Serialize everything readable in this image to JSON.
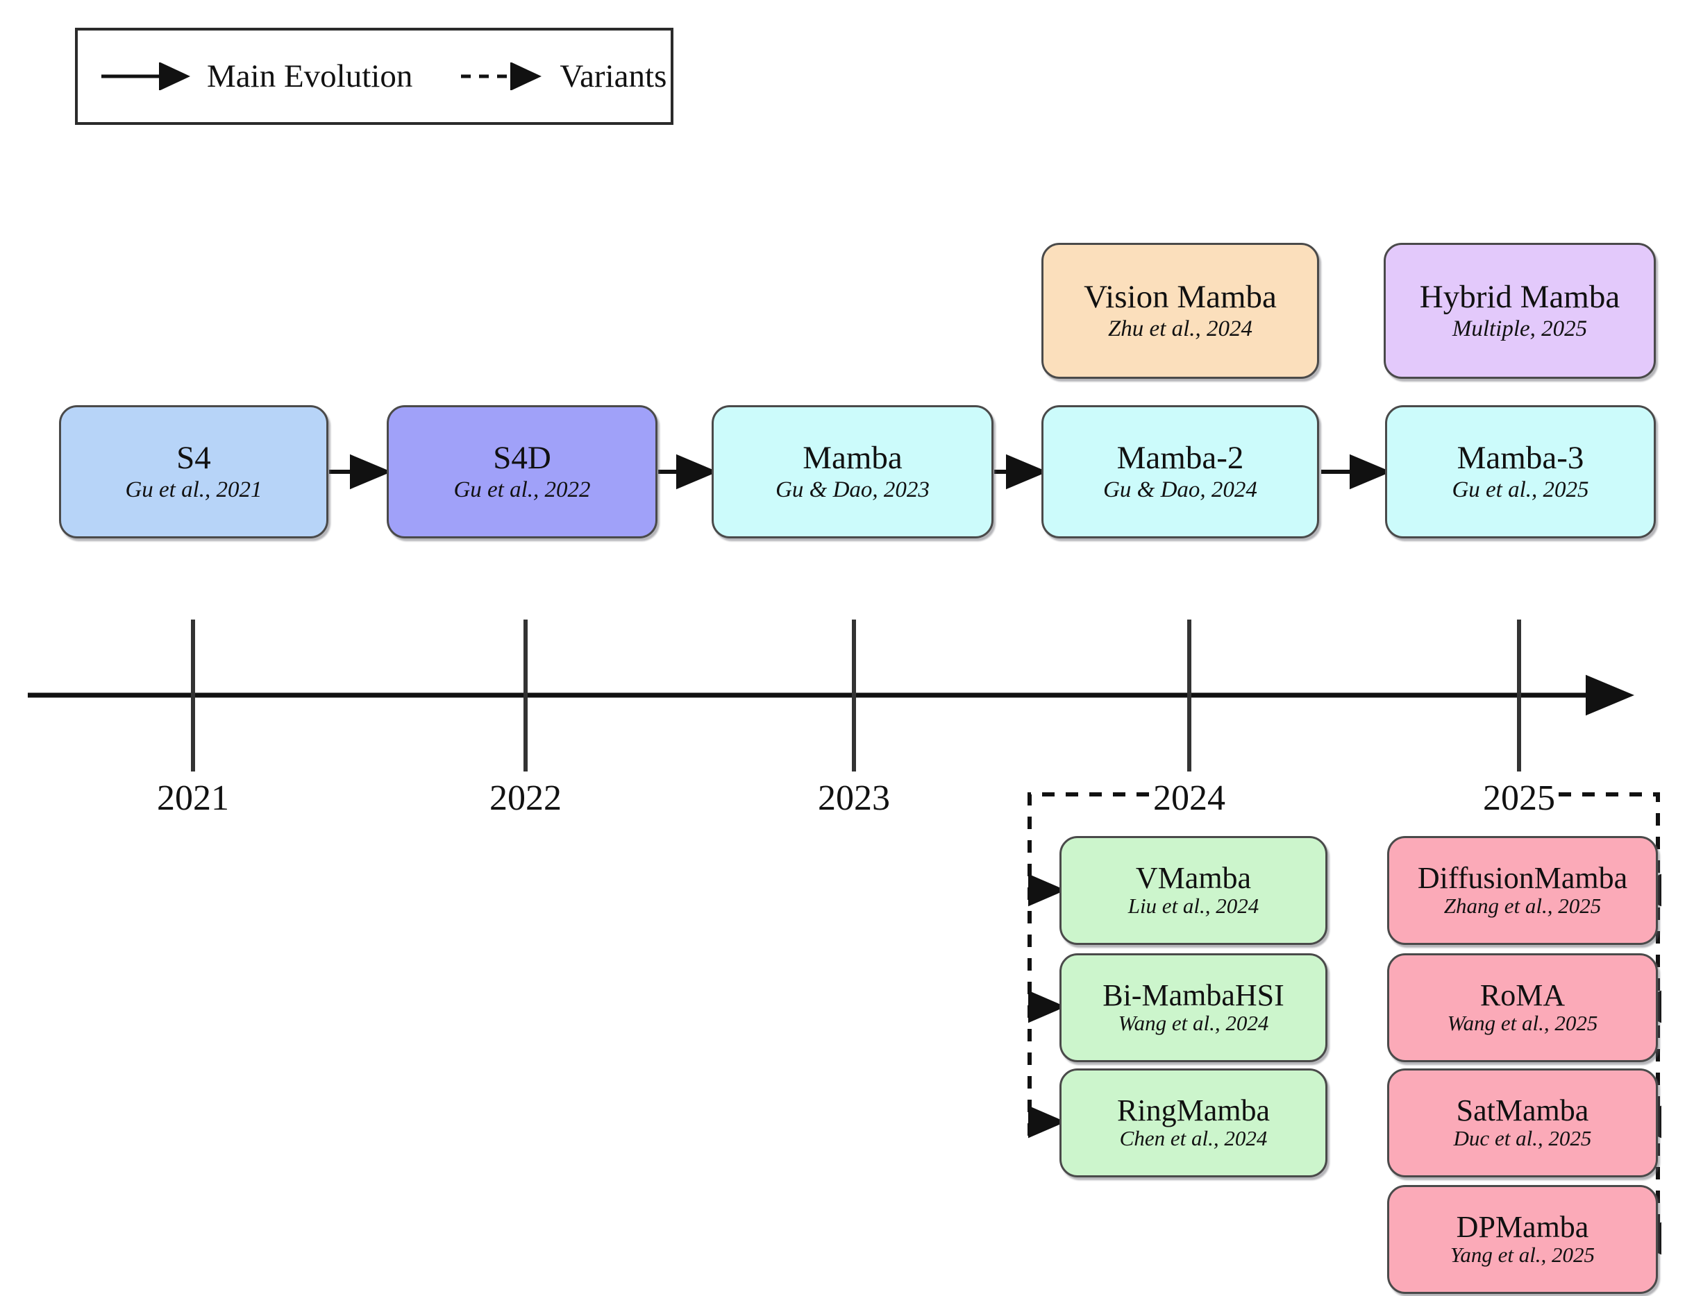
{
  "legend": {
    "items": [
      {
        "icon": "solid-arrow-icon",
        "label": "Main Evolution",
        "style": "solid"
      },
      {
        "icon": "dashed-arrow-icon",
        "label": "Variants",
        "style": "dashed"
      }
    ]
  },
  "timeline": {
    "axis_label": "time-axis",
    "years": [
      "2021",
      "2022",
      "2023",
      "2024",
      "2025"
    ]
  },
  "main_chain": [
    {
      "title": "S4",
      "sub": "Gu et al., 2021",
      "color": "#b7d4f8"
    },
    {
      "title": "S4D",
      "sub": "Gu et al., 2022",
      "color": "#a0a1f9"
    },
    {
      "title": "Mamba",
      "sub": "Gu & Dao, 2023",
      "color": "#ccfbfb"
    },
    {
      "title": "Mamba-2",
      "sub": "Gu & Dao, 2024",
      "color": "#ccfbfb"
    },
    {
      "title": "Mamba-3",
      "sub": "Gu et al., 2025",
      "color": "#ccfbfb"
    }
  ],
  "upper_nodes": [
    {
      "title": "Vision Mamba",
      "sub": "Zhu et al., 2024",
      "color": "#fbdfbc"
    },
    {
      "title": "Hybrid Mamba",
      "sub": "Multiple, 2025",
      "color": "#e3c9fb"
    }
  ],
  "variants_2024": [
    {
      "title": "VMamba",
      "sub": "Liu et al., 2024",
      "color": "#ccf5cc"
    },
    {
      "title": "Bi-MambaHSI",
      "sub": "Wang et al., 2024",
      "color": "#ccf5cc"
    },
    {
      "title": "RingMamba",
      "sub": "Chen et al., 2024",
      "color": "#ccf5cc"
    }
  ],
  "variants_2025": [
    {
      "title": "DiffusionMamba",
      "sub": "Zhang et al., 2025",
      "color": "#fbaab8"
    },
    {
      "title": "RoMA",
      "sub": "Wang et al., 2025",
      "color": "#fbaab8"
    },
    {
      "title": "SatMamba",
      "sub": "Duc et al., 2025",
      "color": "#fbaab8"
    },
    {
      "title": "DPMamba",
      "sub": "Yang et al., 2025",
      "color": "#fbaab8"
    }
  ],
  "colors": {
    "stroke": "#111111",
    "box_border": "#4a4a4a",
    "background": "#ffffff"
  }
}
